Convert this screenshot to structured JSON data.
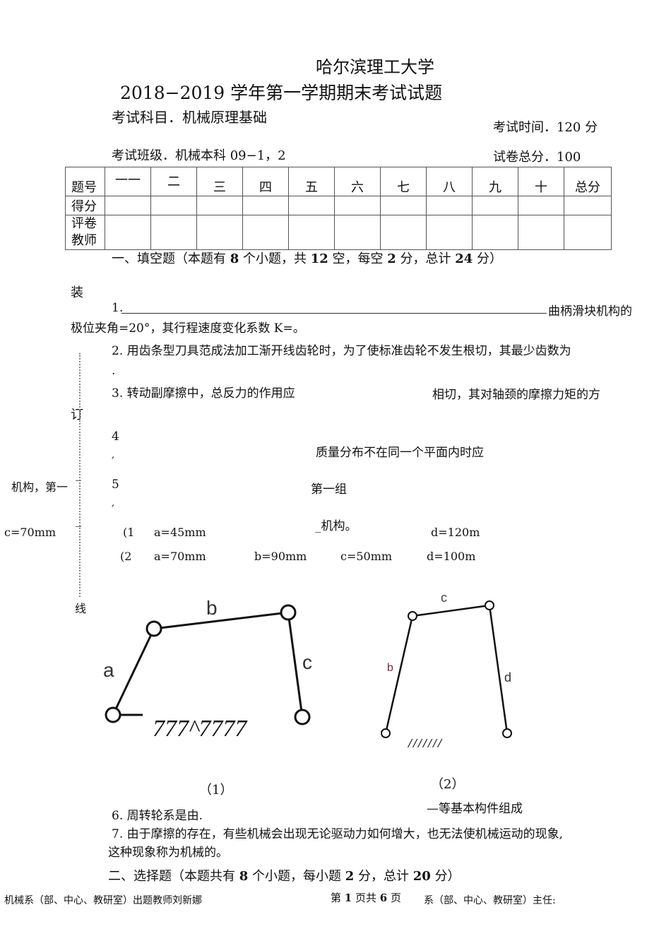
{
  "header": {
    "university": "哈尔滨理工大学",
    "exam_title": "2018−2019 学年第一学期期末考试试题",
    "subject": "考试科目．机械原理基础",
    "time": "考试时间．120 分",
    "class": "考试班级．机械本科 09−1，2",
    "total": "试卷总分．100"
  },
  "score_table": {
    "row_labels": [
      "题号",
      "得分",
      "评卷",
      "教师"
    ],
    "columns": [
      "一一",
      "二",
      "三",
      "四",
      "五",
      "六",
      "七",
      "八",
      "九",
      "十",
      "总分"
    ]
  },
  "margin": {
    "zhuang": "装",
    "ding": "订",
    "xian": "线"
  },
  "section1": {
    "heading_pre": "一、填空题（本题有 ",
    "count": "8",
    "heading_mid1": " 个小题，共 ",
    "blanks": "12",
    "heading_mid2": " 空，每空 ",
    "points": "2",
    "heading_mid3": " 分，总计 ",
    "total": "24",
    "heading_post": " 分）"
  },
  "questions": {
    "q1_num": "1.",
    "q1_tail": "曲柄滑块机构的",
    "q1_line2": "极位夹角=20°，其行程速度变化系数 K=。",
    "q2": "2.  用齿条型刀具范成法加工渐开线齿轮时，为了使标准齿轮不发生根切，其最少齿数为",
    "q2_tail": ".",
    "q3_a": "3.   转动副摩擦中，总反力的作用应",
    "q3_b": "相切，其对轴颈的摩擦力矩的方",
    "q4_a": "4",
    "q4_b": "质量分布不在同一个平面内时应",
    "q4_c": "′",
    "q5_a": "5",
    "q5_b": "第一组",
    "q5_c": "′",
    "q5_d": "_机构。",
    "left_frag1": "机构，第一",
    "left_frag2": "c=70mm",
    "g1_label": "(1",
    "g1_a": "a=45mm",
    "g1_d": "d=120m",
    "g2_label": "(2",
    "g2_a": "a=70mm",
    "g2_b": "b=90mm",
    "g2_c": "c=50mm",
    "g2_d": "d=100m",
    "q6": "6.   周转轮系是由.",
    "q6_right": "—等基本构件组成",
    "q7_line1": "7.   由于摩擦的存在，有些机械会出现无论驱动力如何增大，也无法使机械运动的现象,",
    "q7_line2": "这种现象称为机械的。"
  },
  "figures": {
    "fig1": {
      "label_a": "a",
      "label_b": "b",
      "label_c": "c",
      "ground": "777^7777",
      "caption": "（1）"
    },
    "fig2": {
      "label_b": "b",
      "label_c": "c",
      "label_d": "d",
      "ground": "///////",
      "caption": "（2）"
    }
  },
  "section2": {
    "heading_pre": "二、选择题（本题共有 ",
    "count": "8",
    "heading_mid1": " 个小题，每小题 ",
    "points": "2",
    "heading_mid2": " 分，总计 ",
    "total": "20",
    "heading_post": " 分）"
  },
  "footer": {
    "left": "机械系（部、中心、教研室）出题教师刘新娜",
    "page_pre": "第 ",
    "page": "1",
    "page_mid": " 页共 ",
    "pages": "6",
    "page_post": " 页",
    "right": "系（部、中心、教研室）主任:"
  }
}
